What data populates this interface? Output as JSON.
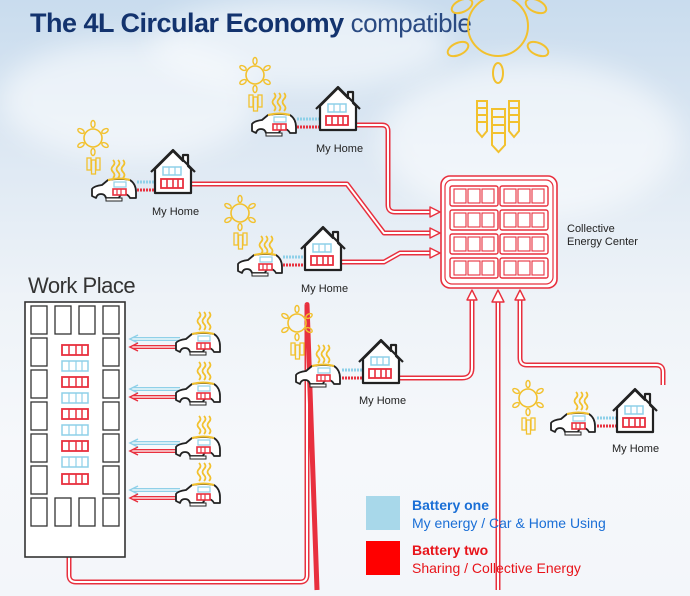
{
  "title": {
    "bold": "The 4L Circular Economy",
    "light": "compatible"
  },
  "labels": {
    "homes": [
      "My Home",
      "My Home",
      "My Home",
      "My Home",
      "My Home"
    ],
    "center_line1": "Collective",
    "center_line2": "Energy Center",
    "workplace": "Work Place"
  },
  "legend": [
    {
      "title": "Battery one",
      "subtitle": "My energy / Car & Home Using",
      "color": "#a8d8ea",
      "text_color": "#1a6fd6"
    },
    {
      "title": "Battery two",
      "subtitle": "Sharing / Collective Energy",
      "color": "#ff0000",
      "text_color": "#e8141a"
    }
  ],
  "colors": {
    "red_line": "#e8303e",
    "solar": "#f2c12e",
    "blue_battery": "#8fd0e8",
    "outline": "#222222"
  }
}
